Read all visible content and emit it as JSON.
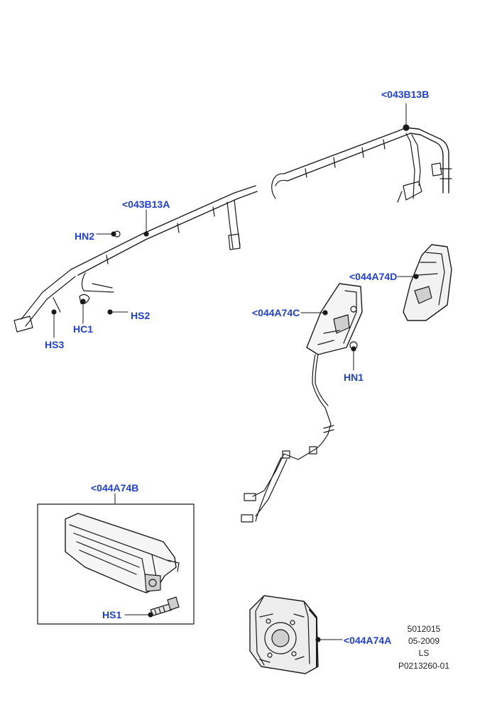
{
  "callouts": {
    "c_043b13b": "<043B13B",
    "c_043b13a": "<043B13A",
    "c_hn2": "HN2",
    "c_hs2": "HS2",
    "c_hc1": "HC1",
    "c_hs3": "HS3",
    "c_044a74d": "<044A74D",
    "c_044a74c": "<044A74C",
    "c_hn1": "HN1",
    "c_044a74b": "<044A74B",
    "c_hs1": "HS1",
    "c_044a74a": "<044A74A"
  },
  "info": {
    "ref": "5012015",
    "date": "05-2009",
    "code": "LS",
    "part": "P0213260-01"
  },
  "colors": {
    "callout": "#1f3fd6",
    "linework": "#1a1a1a",
    "shading": "#cfcfcf"
  }
}
